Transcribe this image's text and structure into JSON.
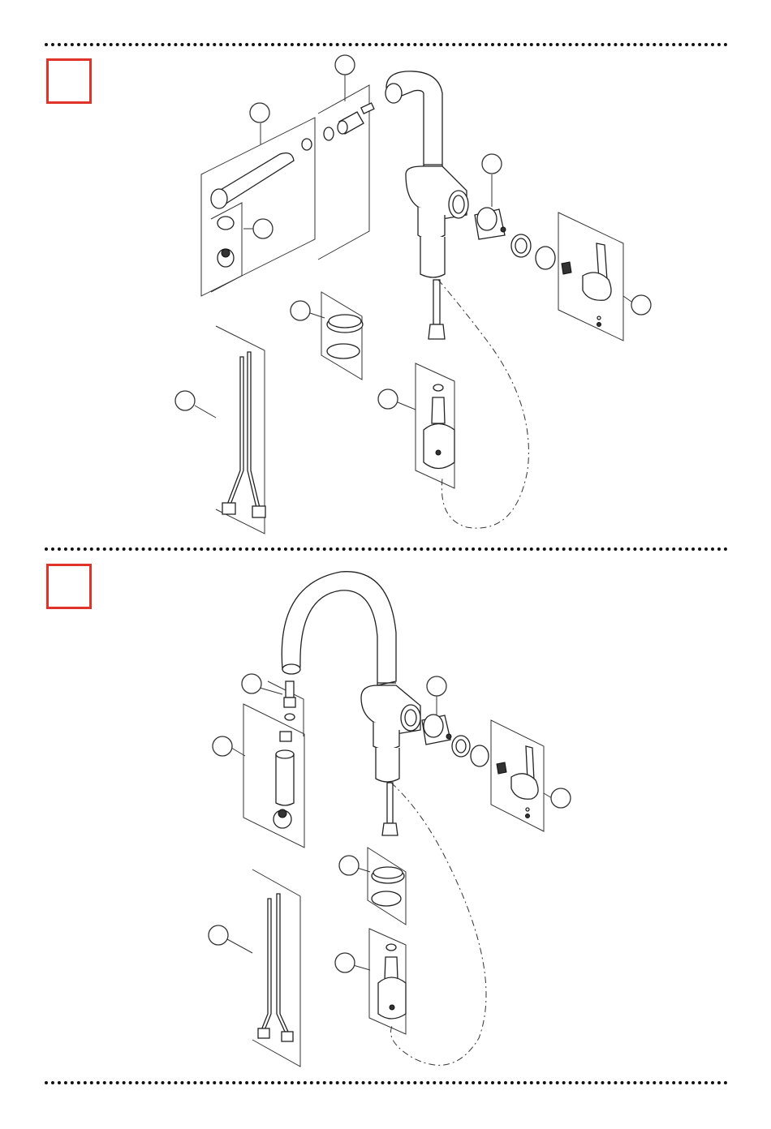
{
  "page": {
    "background": "#ffffff",
    "accent_red": "#e0342a",
    "line_color": "#222222"
  },
  "panels": [
    {
      "id": "panel-1",
      "variant": "straight-spout-faucet",
      "callouts": [
        {
          "label": ""
        },
        {
          "label": ""
        },
        {
          "label": ""
        },
        {
          "label": ""
        },
        {
          "label": ""
        },
        {
          "label": ""
        },
        {
          "label": ""
        },
        {
          "label": ""
        }
      ]
    },
    {
      "id": "panel-2",
      "variant": "gooseneck-spout-faucet",
      "callouts": [
        {
          "label": ""
        },
        {
          "label": ""
        },
        {
          "label": ""
        },
        {
          "label": ""
        },
        {
          "label": ""
        },
        {
          "label": ""
        },
        {
          "label": ""
        }
      ]
    }
  ]
}
